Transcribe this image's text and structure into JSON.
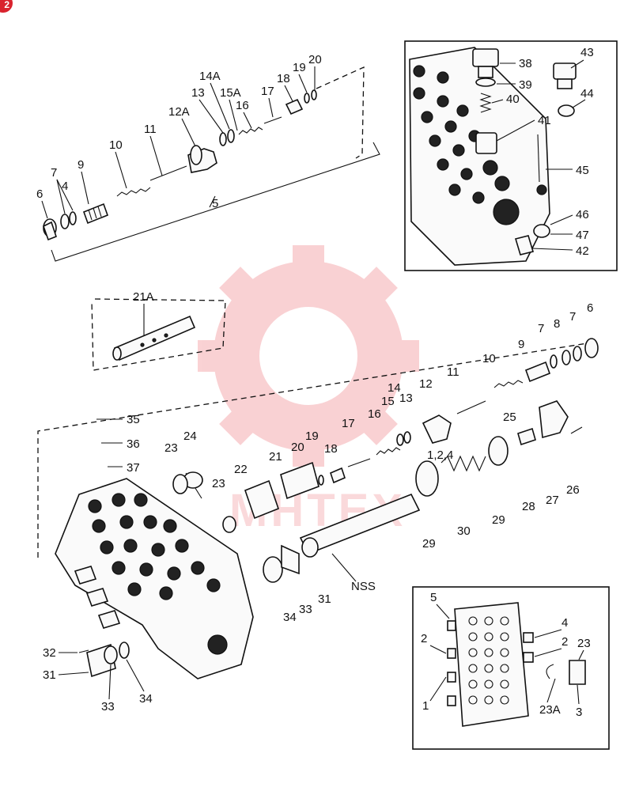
{
  "corner_badge": "2",
  "watermark": {
    "text": "MHTEX",
    "color": "#e8323c"
  },
  "accent_color": "#d9232e",
  "labels": {
    "top": [
      "6",
      "7",
      "4",
      "9",
      "10",
      "11",
      "12A",
      "13",
      "14A",
      "15A",
      "16",
      "17",
      "18",
      "19",
      "20",
      "5"
    ],
    "mid": [
      "21A"
    ],
    "main": [
      "6",
      "7",
      "8",
      "7",
      "9",
      "10",
      "11",
      "12",
      "13",
      "14",
      "15",
      "16",
      "17",
      "18",
      "19",
      "20",
      "1,2,4",
      "21",
      "22",
      "23",
      "23",
      "24",
      "25",
      "26",
      "27",
      "28",
      "29",
      "29",
      "30",
      "31",
      "33",
      "34",
      "35",
      "36",
      "37",
      "NSS"
    ],
    "left": [
      "32",
      "31",
      "33",
      "34"
    ],
    "inset_top": [
      "38",
      "39",
      "40",
      "41",
      "43",
      "44",
      "45",
      "46",
      "47",
      "42"
    ],
    "inset_bottom": [
      "5",
      "4",
      "2",
      "2",
      "23",
      "1",
      "23A",
      "3"
    ]
  }
}
